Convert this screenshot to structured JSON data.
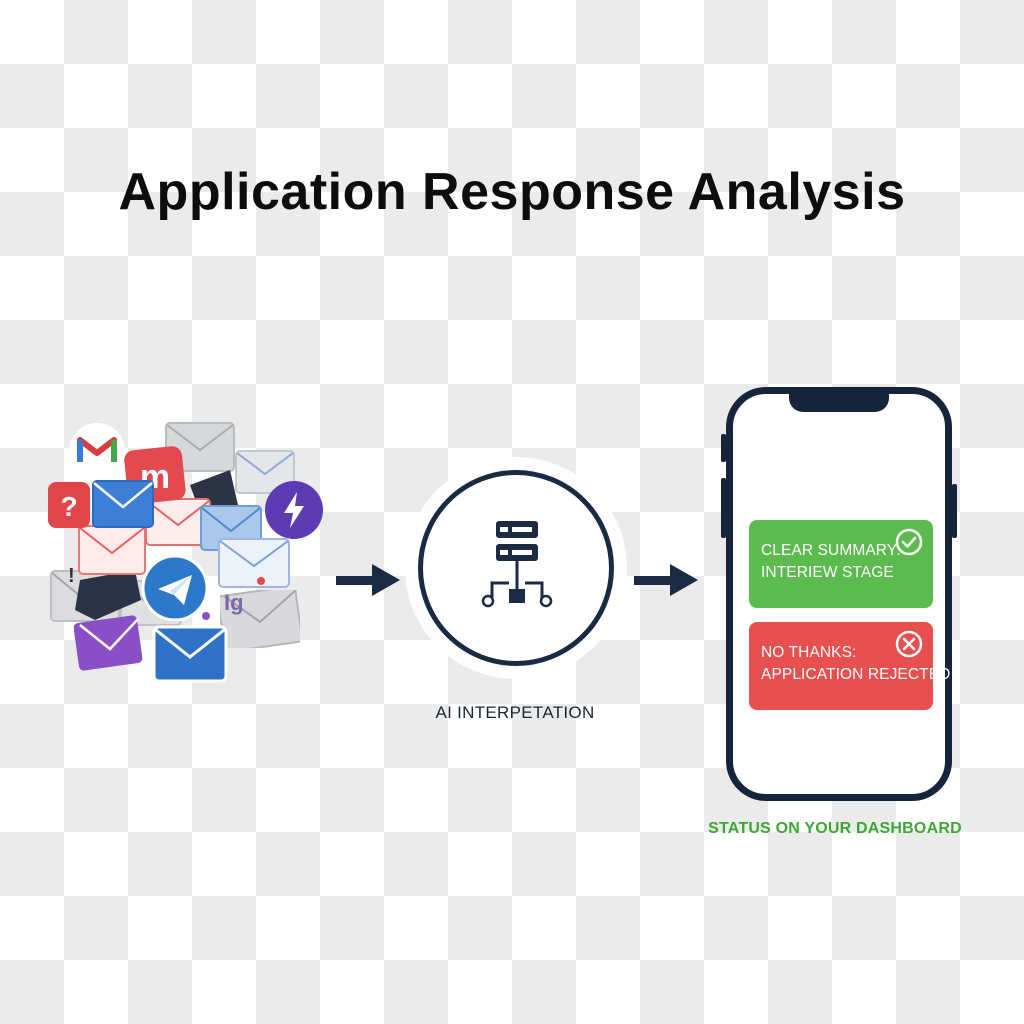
{
  "title": "Application Response Analysis",
  "ai_label": "AI INTERPETATION",
  "status_label": "STATUS ON YOUR DASHBOARD",
  "cards": [
    {
      "line1": "CLEAR SUMMARY:",
      "line2": "INTERIEW STAGE",
      "color": "#5cbb4e",
      "icon": "check-circle-icon"
    },
    {
      "line1": "NO THANKS:",
      "line2": "APPLICATION REJECTED",
      "color": "#e84f4f",
      "icon": "x-circle-icon"
    }
  ],
  "cluster_icons": [
    "gmail-m-icon",
    "m-app-icon",
    "question-icon",
    "lightning-icon",
    "paper-plane-icon",
    "envelope-icon"
  ],
  "colors": {
    "navy": "#16253b",
    "green": "#5cbb4e",
    "red": "#e84f4f",
    "status_green": "#3fa535"
  }
}
